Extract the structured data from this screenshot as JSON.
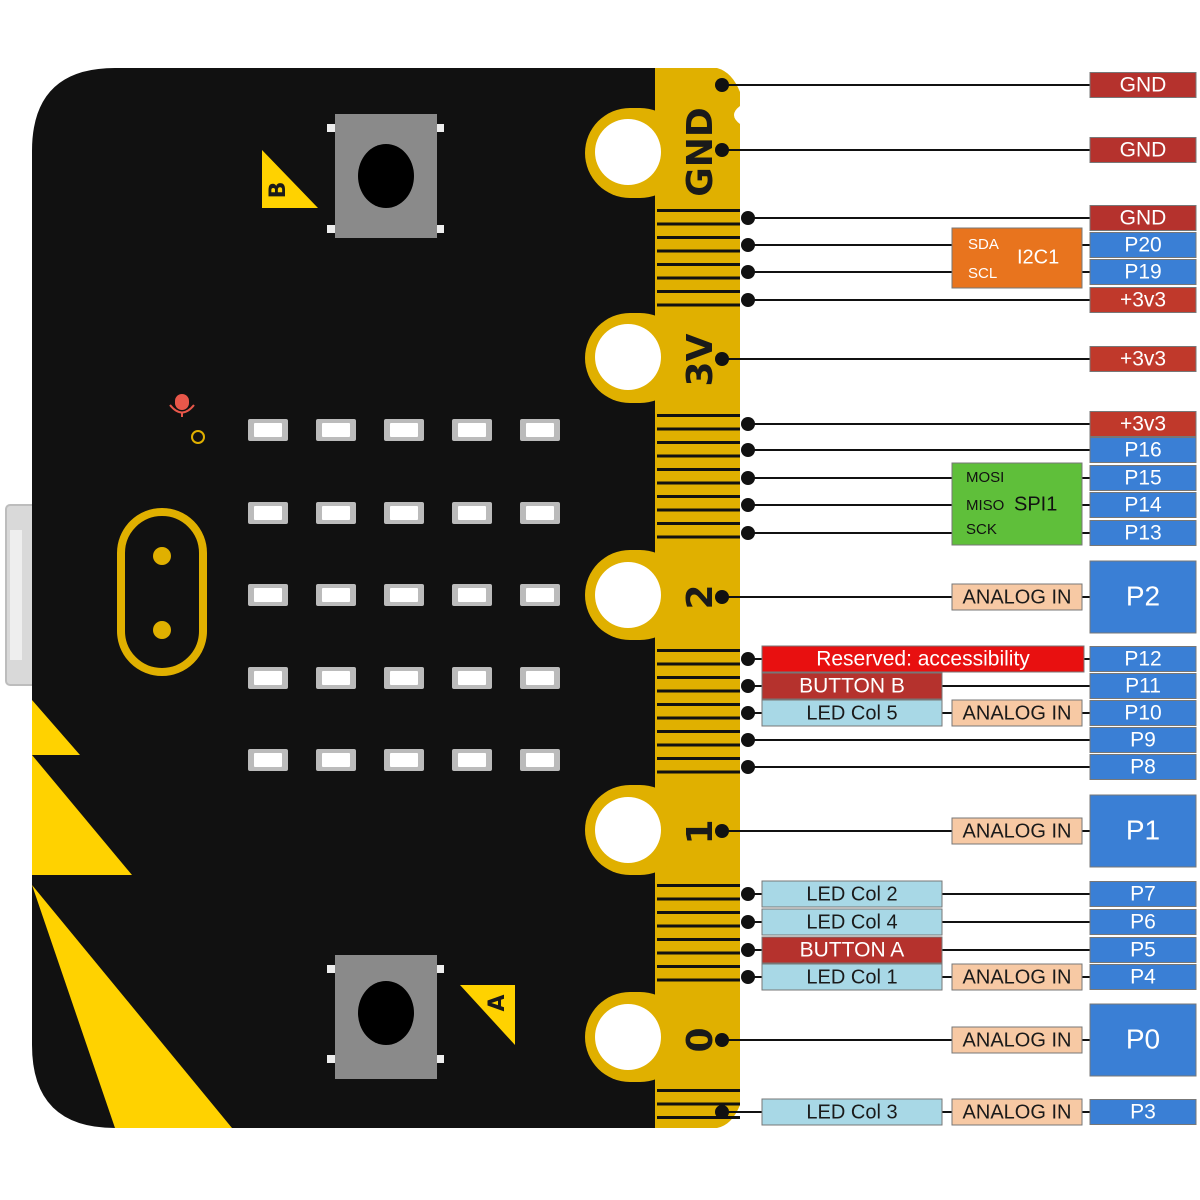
{
  "board": {
    "buttons": {
      "a": "A",
      "b": "B"
    },
    "edge_labels": {
      "gnd": "GND",
      "v3": "3V",
      "p2": "2",
      "p1": "1",
      "p0": "0"
    }
  },
  "colors": {
    "gnd": "#b5322d",
    "power": "#c0392b",
    "pin": "#3a7fd5",
    "i2c": "#e8741e",
    "spi": "#5fbf3a",
    "analog": "#f7c9a4",
    "led": "#a8d8e6",
    "button": "#b5322d",
    "reserved": "#e81010",
    "board": "#111111",
    "gold": "#e0b000",
    "yellow": "#ffd200"
  },
  "groups": {
    "i2c": {
      "name": "I2C1",
      "sda": "SDA",
      "scl": "SCL"
    },
    "spi": {
      "name": "SPI1",
      "mosi": "MOSI",
      "miso": "MISO",
      "sck": "SCK"
    }
  },
  "functions": {
    "analog": "ANALOG IN",
    "reserved": "Reserved: accessibility",
    "button_a": "BUTTON A",
    "button_b": "BUTTON B",
    "led_col_1": "LED Col 1",
    "led_col_2": "LED Col 2",
    "led_col_3": "LED Col 3",
    "led_col_4": "LED Col 4",
    "led_col_5": "LED Col 5"
  },
  "pins": [
    {
      "label": "GND",
      "kind": "gnd"
    },
    {
      "label": "GND",
      "kind": "gnd"
    },
    {
      "label": "GND",
      "kind": "gnd"
    },
    {
      "label": "P20",
      "kind": "pin"
    },
    {
      "label": "P19",
      "kind": "pin"
    },
    {
      "label": "+3v3",
      "kind": "power"
    },
    {
      "label": "+3v3",
      "kind": "power"
    },
    {
      "label": "+3v3",
      "kind": "power"
    },
    {
      "label": "P16",
      "kind": "pin"
    },
    {
      "label": "P15",
      "kind": "pin"
    },
    {
      "label": "P14",
      "kind": "pin"
    },
    {
      "label": "P13",
      "kind": "pin"
    },
    {
      "label": "P2",
      "kind": "pin"
    },
    {
      "label": "P12",
      "kind": "pin"
    },
    {
      "label": "P11",
      "kind": "pin"
    },
    {
      "label": "P10",
      "kind": "pin"
    },
    {
      "label": "P9",
      "kind": "pin"
    },
    {
      "label": "P8",
      "kind": "pin"
    },
    {
      "label": "P1",
      "kind": "pin"
    },
    {
      "label": "P7",
      "kind": "pin"
    },
    {
      "label": "P6",
      "kind": "pin"
    },
    {
      "label": "P5",
      "kind": "pin"
    },
    {
      "label": "P4",
      "kind": "pin"
    },
    {
      "label": "P0",
      "kind": "pin"
    },
    {
      "label": "P3",
      "kind": "pin"
    }
  ]
}
